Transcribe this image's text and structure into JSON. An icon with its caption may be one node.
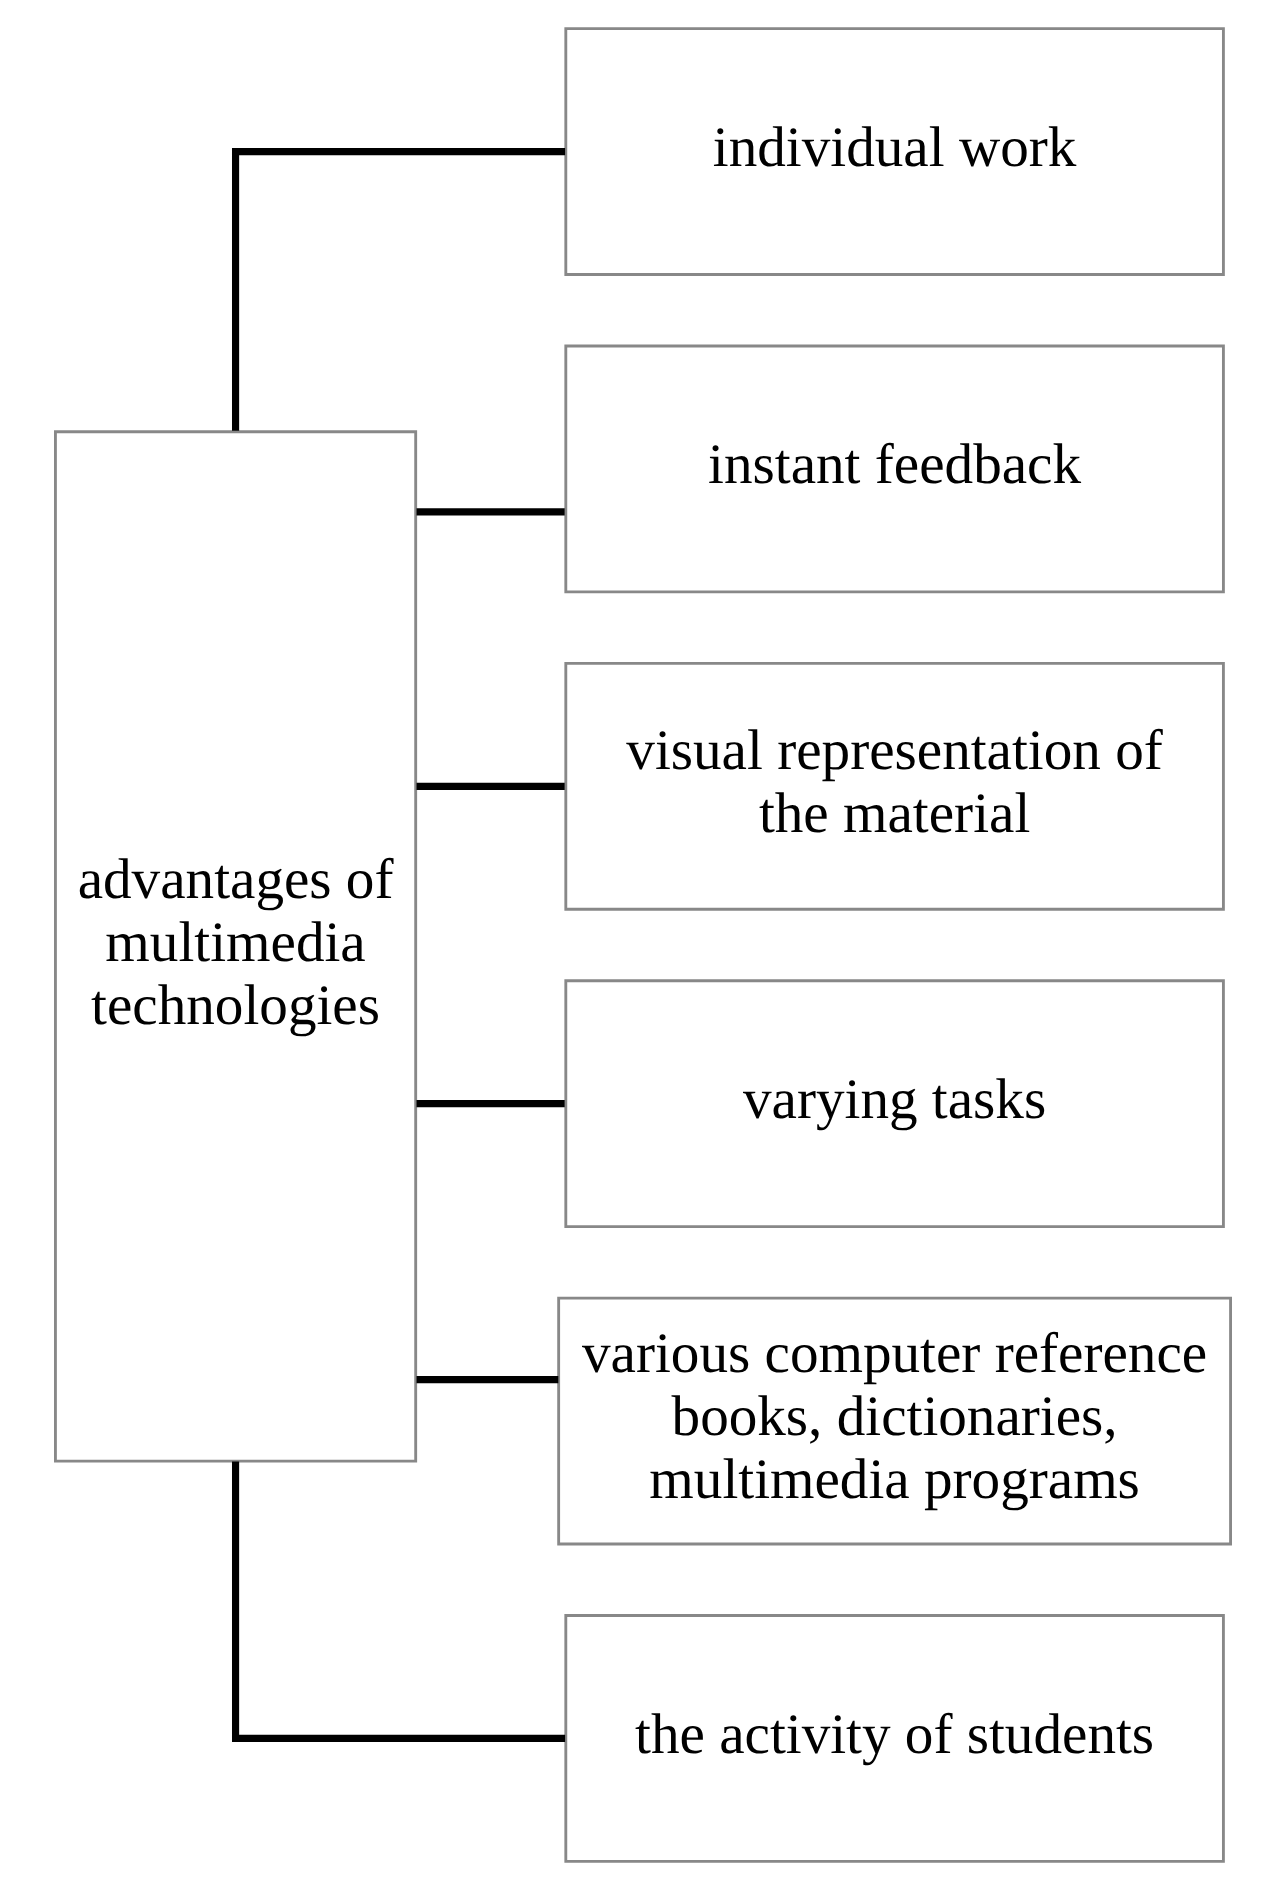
{
  "diagram": {
    "nodes": [
      {
        "text": [
          "advantages of multimedia technologies"
        ]
      },
      {
        "text": [
          "individual work"
        ]
      },
      {
        "text": [
          "instant feedback"
        ]
      },
      {
        "text": [
          "visual representation of the material"
        ]
      },
      {
        "text": [
          "varying tasks"
        ]
      },
      {
        "text": [
          "various computer reference books, dictionaries, multimedia programs"
        ]
      },
      {
        "text": [
          "the activity of students"
        ]
      }
    ],
    "edges": [
      {
        "from": 0,
        "to": 1,
        "arrow": "none"
      },
      {
        "from": 0,
        "to": 2,
        "arrow": "none"
      },
      {
        "from": 0,
        "to": 3,
        "arrow": "none"
      },
      {
        "from": 0,
        "to": 4,
        "arrow": "none"
      },
      {
        "from": 0,
        "to": 5,
        "arrow": "none"
      },
      {
        "from": 0,
        "to": 6,
        "arrow": "none"
      }
    ]
  }
}
